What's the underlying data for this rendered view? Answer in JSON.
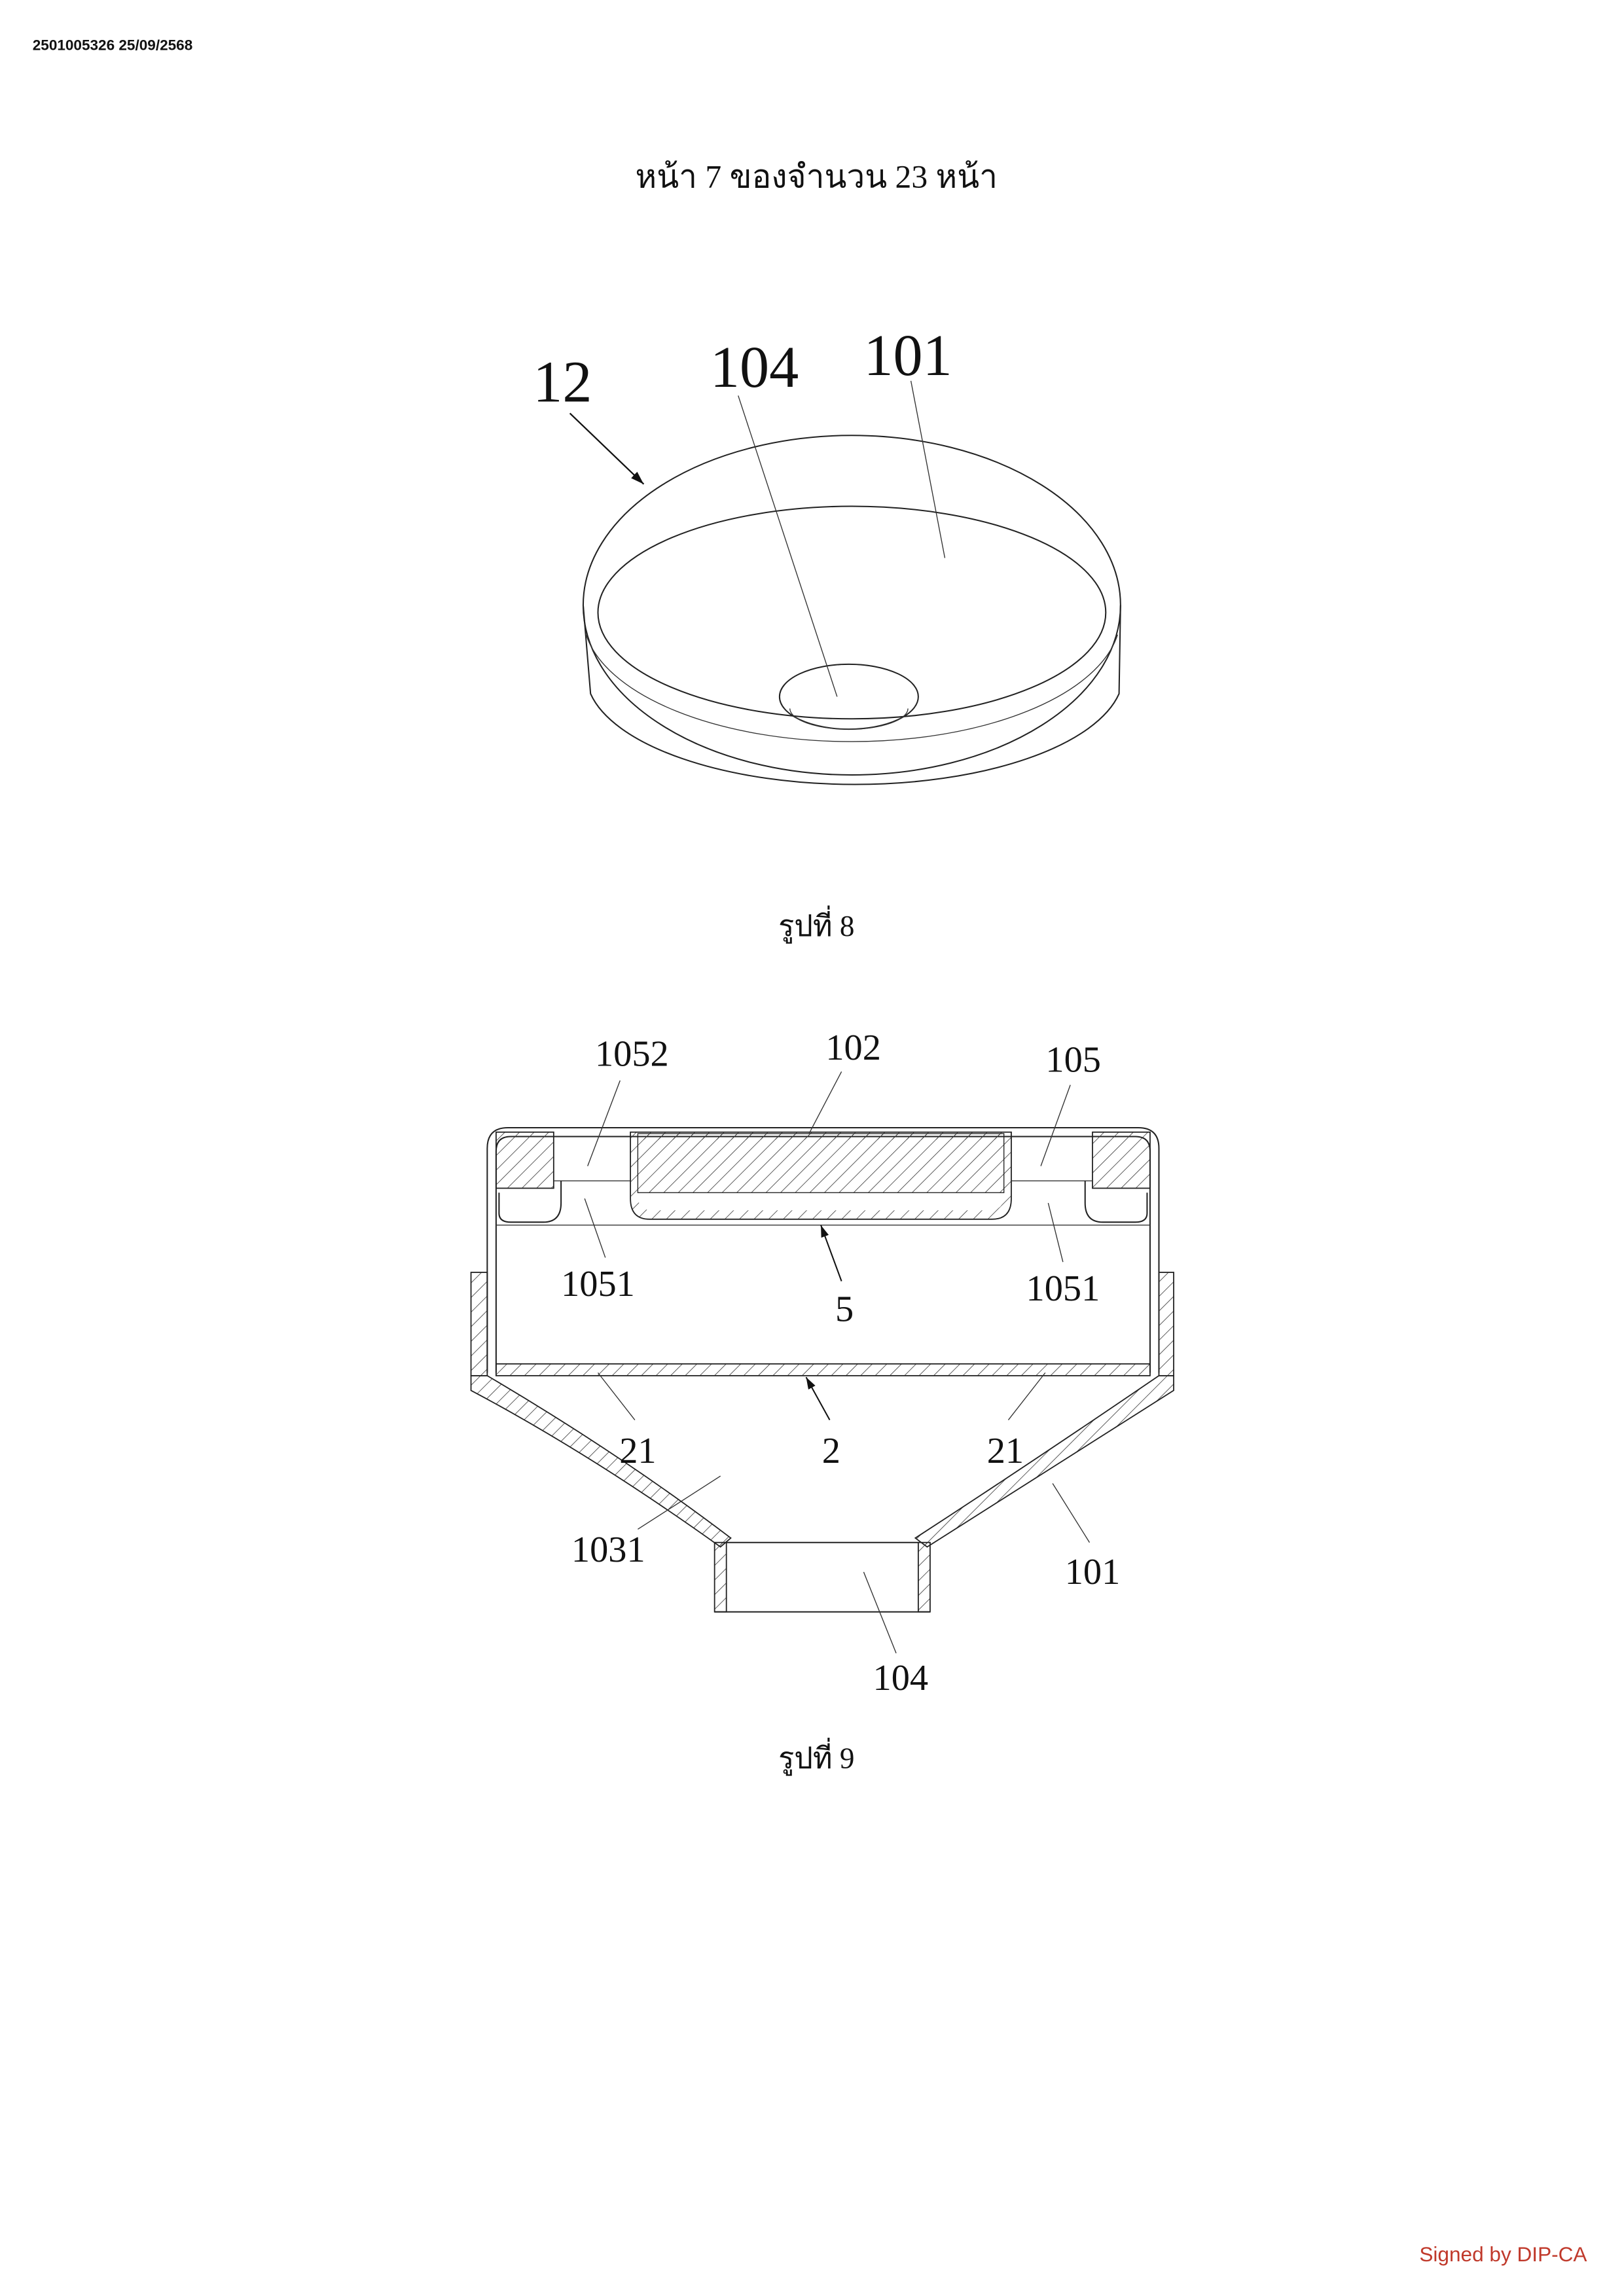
{
  "header": {
    "doc_id_date": "2501005326 25/09/2568"
  },
  "page_title": "หน้า 7 ของจำนวน 23 หน้า",
  "figure8": {
    "caption": "รูปที่ 8",
    "labels": {
      "assembly": "12",
      "hole": "104",
      "bowl": "101"
    }
  },
  "figure9": {
    "caption": "รูปที่ 9",
    "labels": {
      "l1052": "1052",
      "l102": "102",
      "l105": "105",
      "l1051_left": "1051",
      "l5": "5",
      "l1051_right": "1051",
      "l21_left": "21",
      "l2": "2",
      "l21_right": "21",
      "l1031": "1031",
      "l101": "101",
      "l104": "104"
    }
  },
  "signature": {
    "text": "Signed by DIP-CA",
    "color": "#c0392b"
  }
}
